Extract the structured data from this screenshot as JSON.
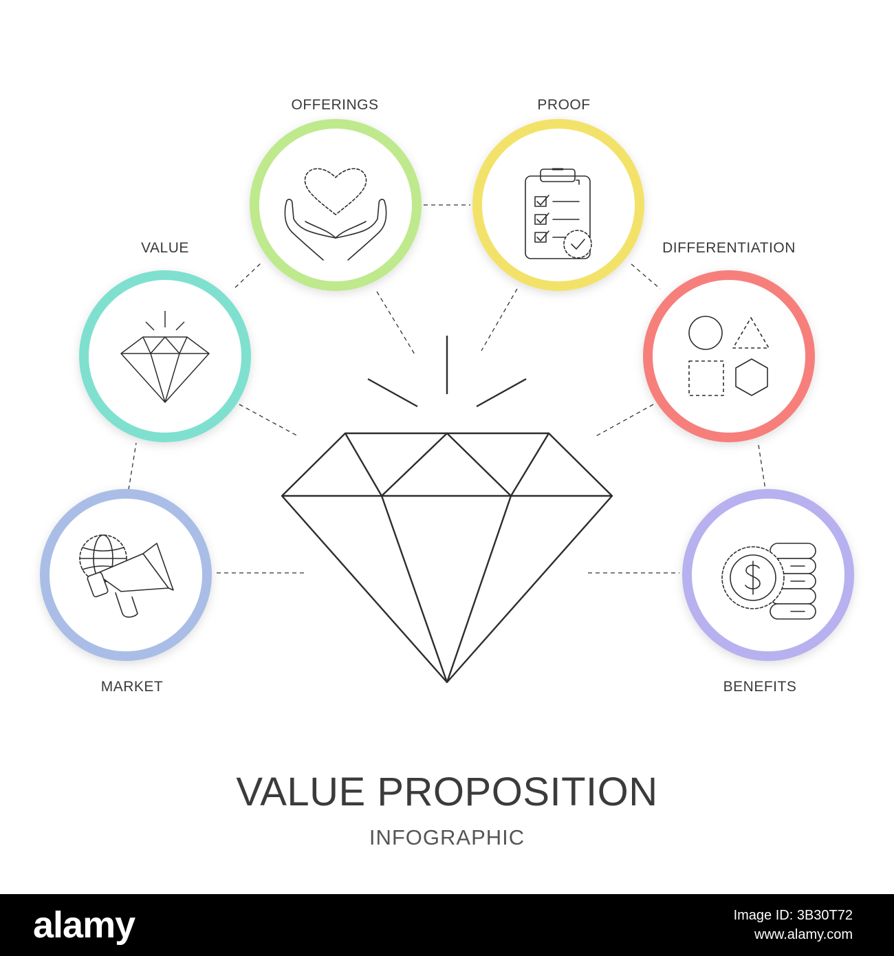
{
  "title": "VALUE PROPOSITION",
  "subtitle": "INFOGRAPHIC",
  "nodes": [
    {
      "id": "market",
      "label": "MARKET",
      "color": "#a9bde6",
      "icon": "globe-megaphone-icon"
    },
    {
      "id": "value",
      "label": "VALUE",
      "color": "#7fe0cf",
      "icon": "diamond-icon"
    },
    {
      "id": "offerings",
      "label": "OFFERINGS",
      "color": "#bfe98d",
      "icon": "hands-heart-icon"
    },
    {
      "id": "proof",
      "label": "PROOF",
      "color": "#f3e26b",
      "icon": "clipboard-checklist-icon"
    },
    {
      "id": "differentiation",
      "label": "DIFFERENTIATION",
      "color": "#f67f7c",
      "icon": "shapes-icon"
    },
    {
      "id": "benefits",
      "label": "BENEFITS",
      "color": "#b7b1f0",
      "icon": "dollar-coins-icon"
    }
  ],
  "watermark": {
    "brand": "alamy",
    "image_id": "Image ID: 3B30T72",
    "site": "www.alamy.com"
  }
}
